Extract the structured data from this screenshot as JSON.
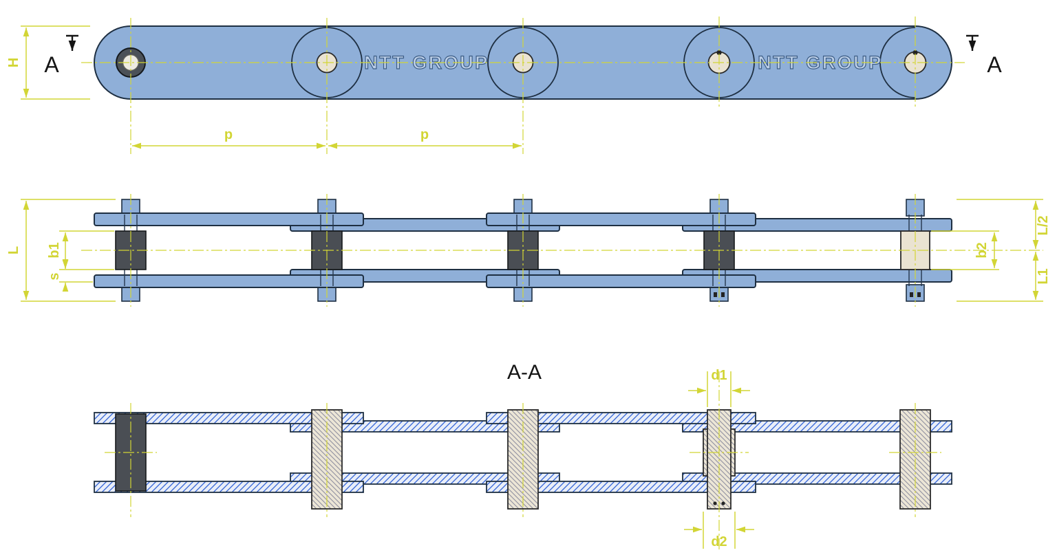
{
  "drawing": {
    "brand": "NTT GROUP",
    "section": {
      "letter": "A",
      "title": "A-A"
    },
    "dimensions": {
      "H": "H",
      "p": "p",
      "L": "L",
      "b1": "b1",
      "s": "s",
      "b2": "b2",
      "L_half": "L/2",
      "L1": "L1",
      "d1": "d1",
      "d2": "d2"
    }
  },
  "colors": {
    "background": "#ffffff",
    "plate_blue": "#8fafd8",
    "outline": "#1e2f42",
    "dim_yellow": "#d2d535",
    "dark_part": "#4a4e54",
    "cream": "#eae3d1",
    "hatch_blue": "#2f62d8",
    "hatch_gray": "#8f8fa0",
    "text_black": "#151515"
  }
}
